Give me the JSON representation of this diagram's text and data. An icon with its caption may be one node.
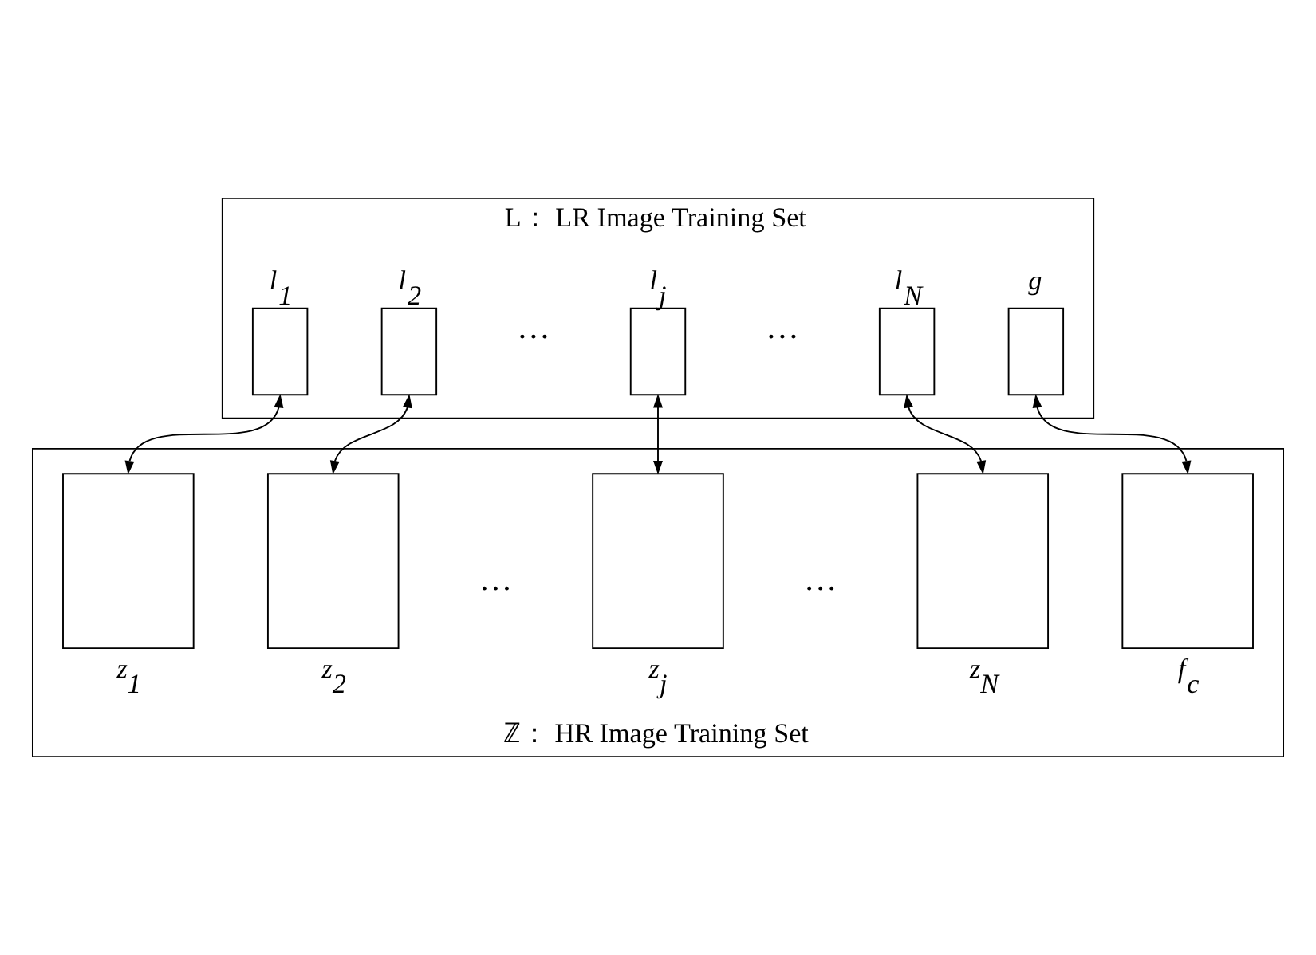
{
  "diagram": {
    "nodes": [
      {
        "text": [
          "L： LR Image Training Set"
        ]
      },
      {
        "text": [],
        "shape": "box",
        "in": 0,
        "beside": [
          "l$_{1}$"
        ]
      },
      {
        "text": [],
        "shape": "box",
        "in": 0,
        "beside": [
          "l$_{2}$"
        ]
      },
      {
        "text": [],
        "shape": "box",
        "in": 0,
        "beside": [
          "l$_{j}$"
        ]
      },
      {
        "text": [],
        "shape": "box",
        "in": 0,
        "beside": [
          "l$_{N}$"
        ]
      },
      {
        "text": [],
        "shape": "box",
        "in": 0,
        "beside": [
          "g"
        ]
      },
      {
        "text": [
          "ℤ： HR Image Training Set"
        ]
      },
      {
        "text": [],
        "shape": "box",
        "in": 6,
        "beside": [
          "z$_{1}$"
        ]
      },
      {
        "text": [],
        "shape": "box",
        "in": 6,
        "beside": [
          "z$_{2}$"
        ]
      },
      {
        "text": [],
        "shape": "box",
        "in": 6,
        "beside": [
          "z$_{j}$"
        ]
      },
      {
        "text": [],
        "shape": "box",
        "in": 6,
        "beside": [
          "z$_{N}$"
        ]
      },
      {
        "text": [],
        "shape": "box",
        "in": 6,
        "beside": [
          "f$_{c}$"
        ]
      }
    ],
    "edges": [
      {
        "from": 1,
        "to": 7,
        "arrow": "both"
      },
      {
        "from": 2,
        "to": 8,
        "arrow": "both"
      },
      {
        "from": 3,
        "to": 9,
        "arrow": "both"
      },
      {
        "from": 4,
        "to": 10,
        "arrow": "both"
      },
      {
        "from": 5,
        "to": 11,
        "arrow": "both"
      }
    ],
    "labels": [
      "…",
      "…",
      "…",
      "…"
    ]
  }
}
